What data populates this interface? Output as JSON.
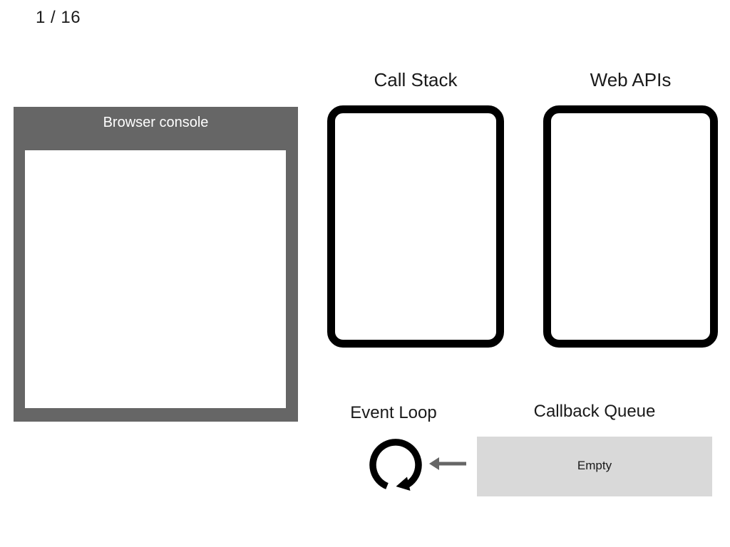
{
  "slide": {
    "counter": "1 / 16"
  },
  "console": {
    "title": "Browser console",
    "lines": []
  },
  "call_stack": {
    "heading": "Call Stack",
    "frames": []
  },
  "web_apis": {
    "heading": "Web APIs",
    "items": []
  },
  "event_loop": {
    "heading": "Event Loop",
    "icon": "circular-arrow-icon"
  },
  "callback_queue": {
    "heading": "Callback Queue",
    "status": "Empty",
    "items": []
  },
  "arrow": {
    "name": "arrow-left-icon",
    "direction": "left",
    "color": "#666666"
  },
  "colors": {
    "console_chrome": "#666666",
    "console_screen": "#ffffff",
    "box_border": "#000000",
    "queue_fill": "#d9d9d9",
    "text": "#1a1a1a",
    "background": "#ffffff"
  }
}
